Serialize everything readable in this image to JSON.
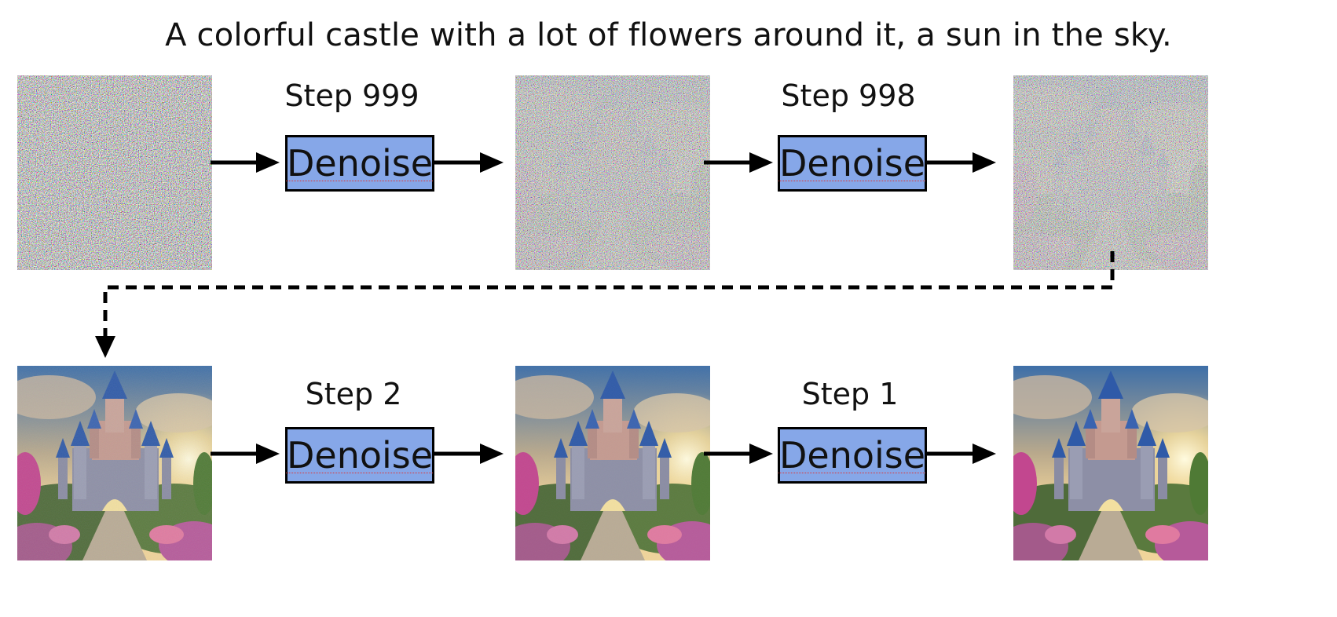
{
  "title": "A colorful castle with a lot of flowers around it, a sun in the sky.",
  "rows": [
    {
      "steps": [
        {
          "label": "Step 999",
          "button": "Denoise"
        },
        {
          "label": "Step 998",
          "button": "Denoise"
        }
      ]
    },
    {
      "steps": [
        {
          "label": "Step 2",
          "button": "Denoise"
        },
        {
          "label": "Step 1",
          "button": "Denoise"
        }
      ]
    }
  ],
  "colors": {
    "denoise_box": "#86a7e8",
    "arrow": "#000000"
  }
}
